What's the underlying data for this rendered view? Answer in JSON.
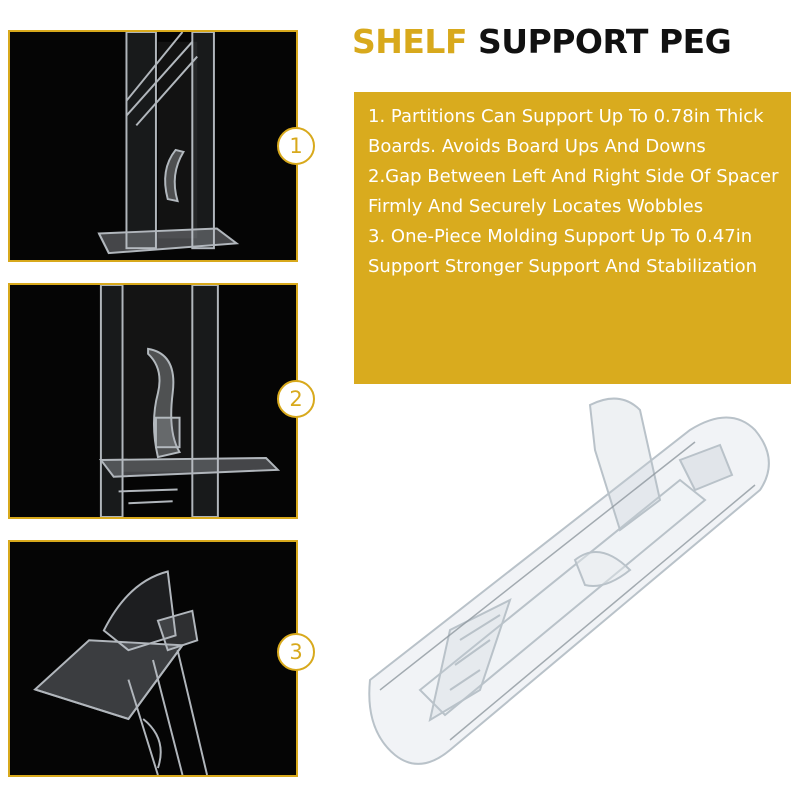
{
  "title": {
    "accent": "SHELF",
    "main": "SUPPORT PEG"
  },
  "features": [
    "1. Partitions Can Support Up To 0.78in Thick Boards. Avoids Board Ups And Downs",
    "2.Gap Between Left And Right Side Of Spacer Firmly And Securely Locates Wobbles",
    "3. One-Piece Molding Support Up To 0.47in Support Stronger Support And Stabilization"
  ],
  "badges": [
    "1",
    "2",
    "3"
  ],
  "colors": {
    "accent": "#d8a91c",
    "box": "#d9ab1e",
    "panel_bg": "#050505",
    "title_dark": "#111111"
  }
}
